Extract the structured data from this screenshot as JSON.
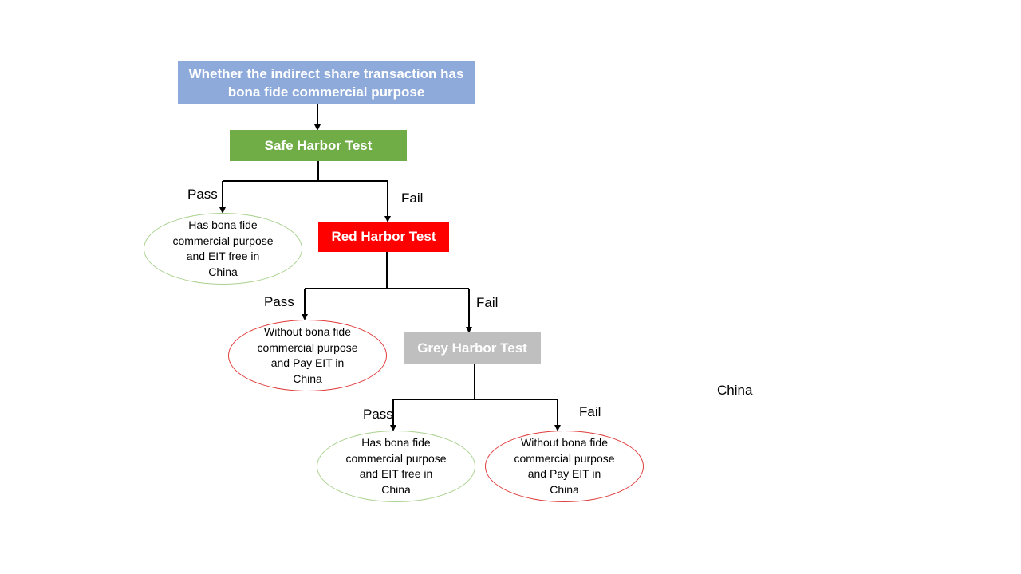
{
  "nodes": {
    "root": "Whether the indirect share transaction has bona fide commercial purpose",
    "safe_harbor": "Safe Harbor Test",
    "red_harbor": "Red Harbor Test",
    "grey_harbor": "Grey Harbor Test"
  },
  "outcomes": {
    "safe_pass": "Has bona fide commercial purpose and EIT free in China",
    "red_pass": "Without  bona fide commercial purpose and Pay EIT in China",
    "grey_pass": "Has bona fide commercial purpose and EIT free in China",
    "grey_fail": "Without  bona fide commercial purpose and Pay EIT in China"
  },
  "edge_labels": {
    "safe_pass": "Pass",
    "safe_fail": "Fail",
    "red_pass": "Pass",
    "red_fail": "Fail",
    "grey_pass": "Pass",
    "grey_fail": "Fail"
  },
  "stray_text": "China",
  "colors": {
    "root_fill": "#8eaadb",
    "safe_fill": "#70ad47",
    "red_fill": "#ff0000",
    "grey_fill": "#bfbfbf",
    "positive_outline": "#a9d18e",
    "negative_outline": "#e03c3c"
  }
}
